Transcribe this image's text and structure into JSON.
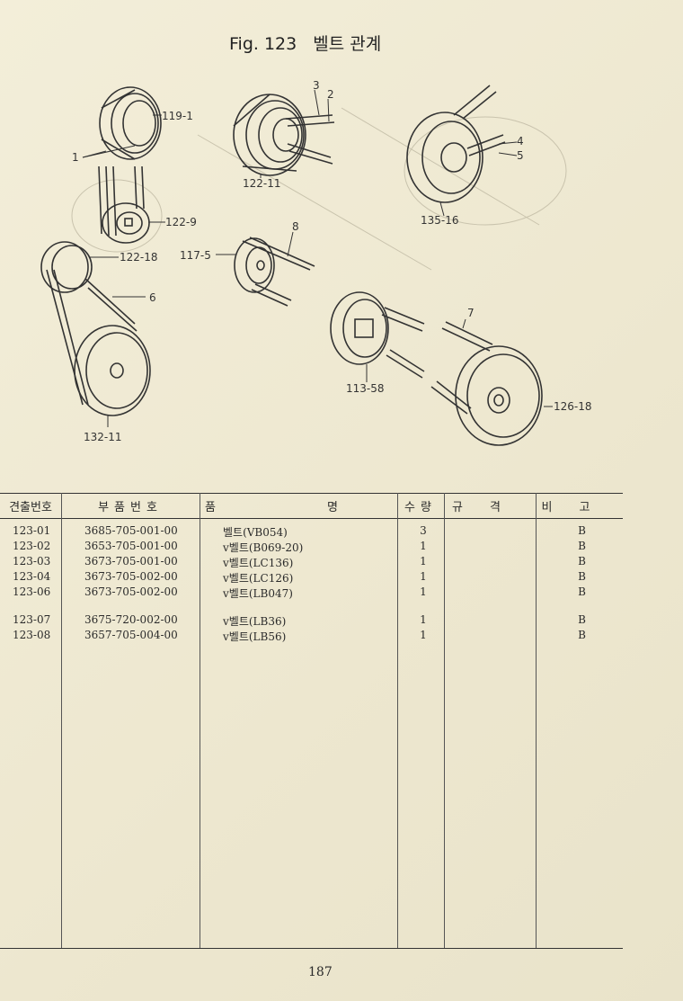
{
  "figure": {
    "number": "Fig. 123",
    "title": "벨트 관계",
    "callouts": [
      {
        "id": "119-1",
        "text": "119-1"
      },
      {
        "id": "1",
        "text": "1"
      },
      {
        "id": "122-9",
        "text": "122-9"
      },
      {
        "id": "122-18",
        "text": "122-18"
      },
      {
        "id": "6",
        "text": "6"
      },
      {
        "id": "132-11",
        "text": "132-11"
      },
      {
        "id": "3",
        "text": "3"
      },
      {
        "id": "2",
        "text": "2"
      },
      {
        "id": "122-11",
        "text": "122-11"
      },
      {
        "id": "4",
        "text": "4"
      },
      {
        "id": "5",
        "text": "5"
      },
      {
        "id": "135-16",
        "text": "135-16"
      },
      {
        "id": "8",
        "text": "8"
      },
      {
        "id": "117-5",
        "text": "117-5"
      },
      {
        "id": "7",
        "text": "7"
      },
      {
        "id": "113-58",
        "text": "113-58"
      },
      {
        "id": "126-18",
        "text": "126-18"
      }
    ]
  },
  "table": {
    "headers": {
      "no": "견출번호",
      "part": "부품번호",
      "name": "품 명",
      "qty": "수량",
      "spec": "규격",
      "note": "비고"
    },
    "rows": [
      {
        "no": "123-01",
        "part": "3685-705-001-00",
        "name": "벨트(VB054)",
        "qty": "3",
        "spec": "",
        "note": "B"
      },
      {
        "no": "123-02",
        "part": "3653-705-001-00",
        "name": "v벨트(B069-20)",
        "qty": "1",
        "spec": "",
        "note": "B"
      },
      {
        "no": "123-03",
        "part": "3673-705-001-00",
        "name": "v벨트(LC136)",
        "qty": "1",
        "spec": "",
        "note": "B"
      },
      {
        "no": "123-04",
        "part": "3673-705-002-00",
        "name": "v벨트(LC126)",
        "qty": "1",
        "spec": "",
        "note": "B"
      },
      {
        "no": "123-06",
        "part": "3673-705-002-00",
        "name": "v벨트(LB047)",
        "qty": "1",
        "spec": "",
        "note": "B"
      },
      {
        "no": "123-07",
        "part": "3675-720-002-00",
        "name": "v벨트(LB36)",
        "qty": "1",
        "spec": "",
        "note": "B"
      },
      {
        "no": "123-08",
        "part": "3657-705-004-00",
        "name": "v벨트(LB56)",
        "qty": "1",
        "spec": "",
        "note": "B"
      }
    ]
  },
  "page_number": "187"
}
